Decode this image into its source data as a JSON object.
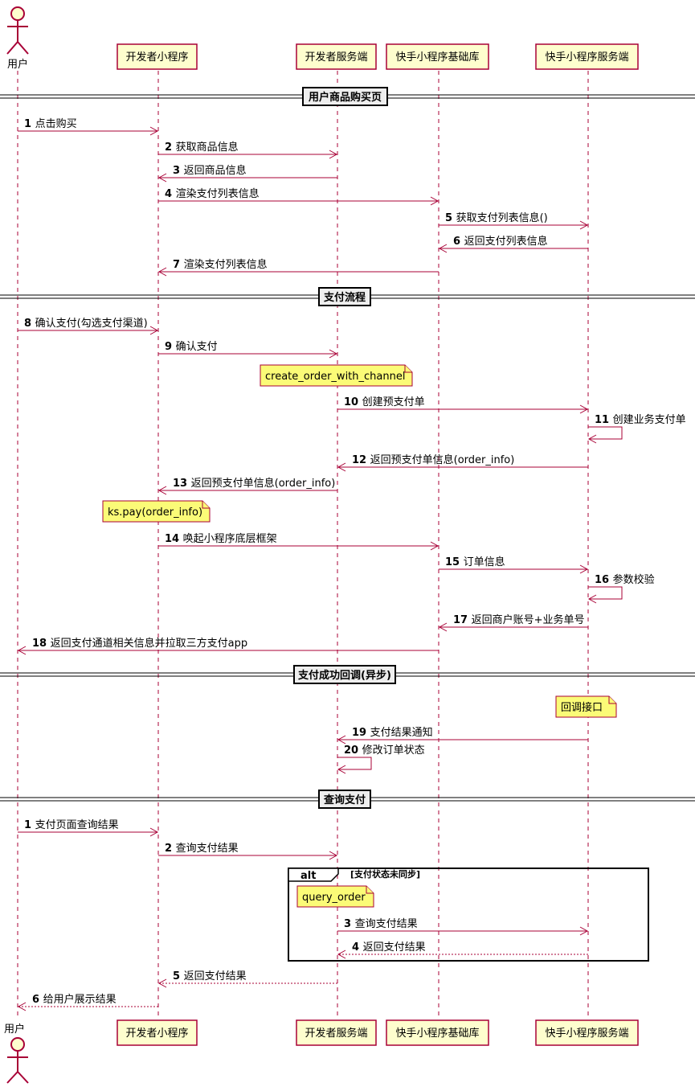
{
  "participants": [
    {
      "id": "user",
      "label": "用户",
      "kind": "actor"
    },
    {
      "id": "mini",
      "label": "开发者小程序",
      "kind": "box"
    },
    {
      "id": "dev",
      "label": "开发者服务端",
      "kind": "box"
    },
    {
      "id": "base",
      "label": "快手小程序基础库",
      "kind": "box"
    },
    {
      "id": "ks",
      "label": "快手小程序服务端",
      "kind": "box"
    }
  ],
  "dividers": [
    {
      "id": "purchase",
      "label": "用户商品购买页"
    },
    {
      "id": "pay-flow",
      "label": "支付流程"
    },
    {
      "id": "callback",
      "label": "支付成功回调(异步)"
    },
    {
      "id": "query",
      "label": "查询支付"
    }
  ],
  "notes": [
    {
      "id": "create-order",
      "text": "create_order_with_channel"
    },
    {
      "id": "ks-pay",
      "text": "ks.pay(order_info)"
    },
    {
      "id": "callback-api",
      "text": "回调接口"
    },
    {
      "id": "query-order",
      "text": "query_order"
    }
  ],
  "alt_frame": {
    "keyword": "alt",
    "condition": "[支付状态未同步]"
  },
  "messages": [
    {
      "num": "1",
      "text": "点击购买",
      "from": "user",
      "to": "mini",
      "dashed": false
    },
    {
      "num": "2",
      "text": "获取商品信息",
      "from": "mini",
      "to": "dev",
      "dashed": false
    },
    {
      "num": "3",
      "text": "返回商品信息",
      "from": "dev",
      "to": "mini",
      "dashed": false
    },
    {
      "num": "4",
      "text": "渲染支付列表信息",
      "from": "mini",
      "to": "base",
      "dashed": false
    },
    {
      "num": "5",
      "text": "获取支付列表信息()",
      "from": "base",
      "to": "ks",
      "dashed": false
    },
    {
      "num": "6",
      "text": "返回支付列表信息",
      "from": "ks",
      "to": "base",
      "dashed": false
    },
    {
      "num": "7",
      "text": "渲染支付列表信息",
      "from": "base",
      "to": "mini",
      "dashed": false
    },
    {
      "num": "8",
      "text": "确认支付(勾选支付渠道)",
      "from": "user",
      "to": "mini",
      "dashed": false
    },
    {
      "num": "9",
      "text": "确认支付",
      "from": "mini",
      "to": "dev",
      "dashed": false
    },
    {
      "num": "10",
      "text": "创建预支付单",
      "from": "dev",
      "to": "ks",
      "dashed": false
    },
    {
      "num": "11",
      "text": "创建业务支付单",
      "from": "ks",
      "to": "ks",
      "dashed": false
    },
    {
      "num": "12",
      "text": "返回预支付单信息(order_info)",
      "from": "ks",
      "to": "dev",
      "dashed": false
    },
    {
      "num": "13",
      "text": "返回预支付单信息(order_info)",
      "from": "dev",
      "to": "mini",
      "dashed": false
    },
    {
      "num": "14",
      "text": "唤起小程序底层框架",
      "from": "mini",
      "to": "base",
      "dashed": false
    },
    {
      "num": "15",
      "text": "订单信息",
      "from": "base",
      "to": "ks",
      "dashed": false
    },
    {
      "num": "16",
      "text": "参数校验",
      "from": "ks",
      "to": "ks",
      "dashed": false
    },
    {
      "num": "17",
      "text": "返回商户账号+业务单号",
      "from": "ks",
      "to": "base",
      "dashed": false
    },
    {
      "num": "18",
      "text": "返回支付通道相关信息并拉取三方支付app",
      "from": "base",
      "to": "user",
      "dashed": false
    },
    {
      "num": "19",
      "text": "支付结果通知",
      "from": "ks",
      "to": "dev",
      "dashed": false
    },
    {
      "num": "20",
      "text": "修改订单状态",
      "from": "dev",
      "to": "dev",
      "dashed": false
    },
    {
      "num": "1",
      "text": "支付页面查询结果",
      "from": "user",
      "to": "mini",
      "dashed": false
    },
    {
      "num": "2",
      "text": "查询支付结果",
      "from": "mini",
      "to": "dev",
      "dashed": false
    },
    {
      "num": "3",
      "text": "查询支付结果",
      "from": "dev",
      "to": "ks",
      "dashed": false
    },
    {
      "num": "4",
      "text": "返回支付结果",
      "from": "ks",
      "to": "dev",
      "dashed": true
    },
    {
      "num": "5",
      "text": "返回支付结果",
      "from": "dev",
      "to": "mini",
      "dashed": true
    },
    {
      "num": "6",
      "text": "给用户展示结果",
      "from": "mini",
      "to": "user",
      "dashed": true
    }
  ]
}
